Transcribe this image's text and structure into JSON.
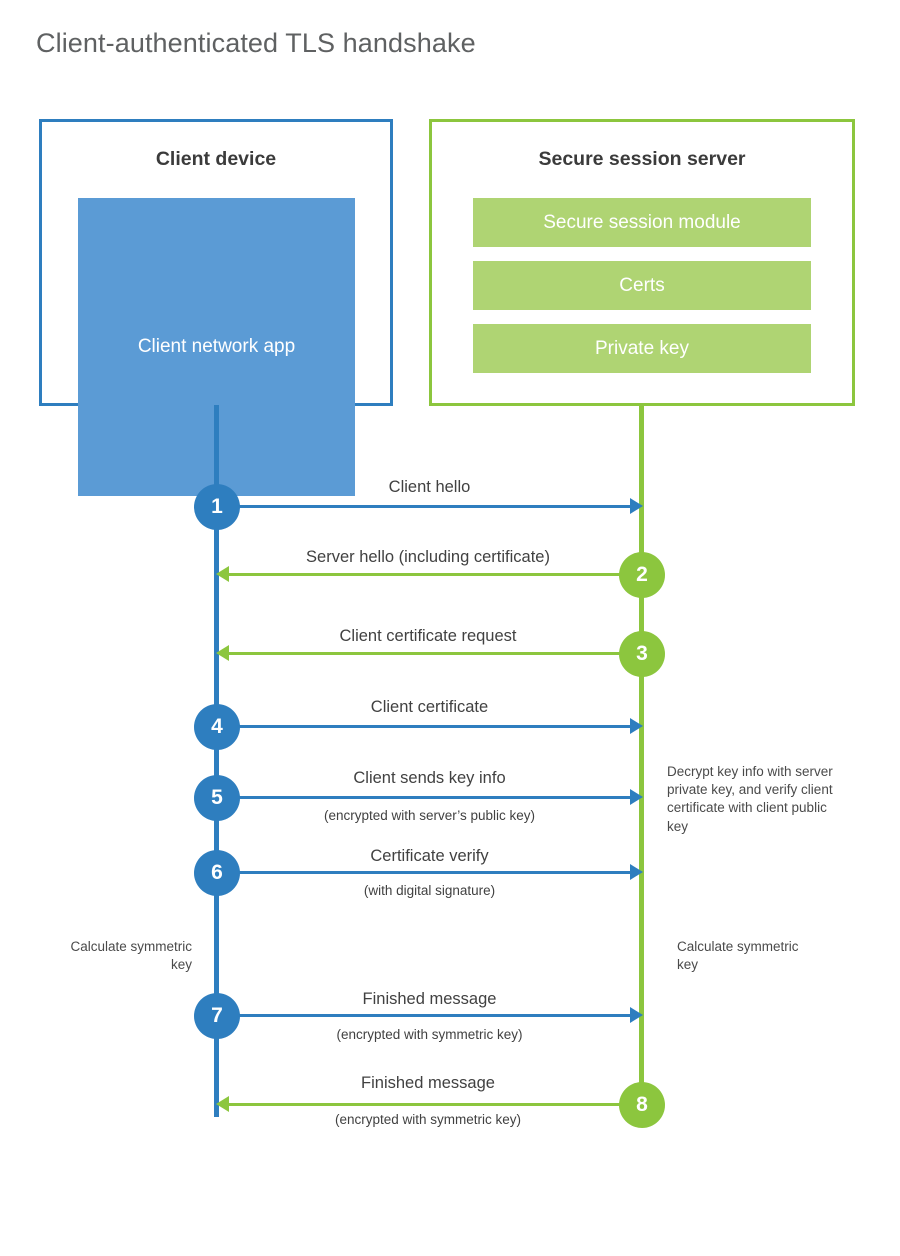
{
  "title": "Client-authenticated TLS handshake",
  "colors": {
    "client_blue": "#2e7ebf",
    "client_app_blue": "#5b9bd5",
    "server_green": "#8cc63e",
    "server_block_green": "#afd473",
    "title_gray": "#5f6162",
    "text_gray": "#414141"
  },
  "actors": {
    "client": {
      "title": "Client device",
      "app_label": "Client network app"
    },
    "server": {
      "title": "Secure session server",
      "blocks": [
        {
          "label": "Secure session module"
        },
        {
          "label": "Certs"
        },
        {
          "label": "Private key"
        }
      ]
    }
  },
  "messages": [
    {
      "step": "1",
      "direction": "client-to-server",
      "color": "blue",
      "label": "Client hello",
      "sublabel": ""
    },
    {
      "step": "2",
      "direction": "server-to-client",
      "color": "green",
      "label": "Server hello (including certificate)",
      "sublabel": ""
    },
    {
      "step": "3",
      "direction": "server-to-client",
      "color": "green",
      "label": "Client certificate request",
      "sublabel": ""
    },
    {
      "step": "4",
      "direction": "client-to-server",
      "color": "blue",
      "label": "Client certificate",
      "sublabel": ""
    },
    {
      "step": "5",
      "direction": "client-to-server",
      "color": "blue",
      "label": "Client sends key info",
      "sublabel": "(encrypted with server’s public key)"
    },
    {
      "step": "6",
      "direction": "client-to-server",
      "color": "blue",
      "label": "Certificate verify",
      "sublabel": "(with digital signature)"
    },
    {
      "step": "7",
      "direction": "client-to-server",
      "color": "blue",
      "label": "Finished message",
      "sublabel": "(encrypted with symmetric key)"
    },
    {
      "step": "8",
      "direction": "server-to-client",
      "color": "green",
      "label": "Finished message",
      "sublabel": "(encrypted with symmetric key)"
    }
  ],
  "notes": {
    "server_decrypt": "Decrypt key info with server private key, and verify client certificate with client public key",
    "client_calculate": "Calculate symmetric key",
    "server_calculate": "Calculate symmetric key"
  }
}
